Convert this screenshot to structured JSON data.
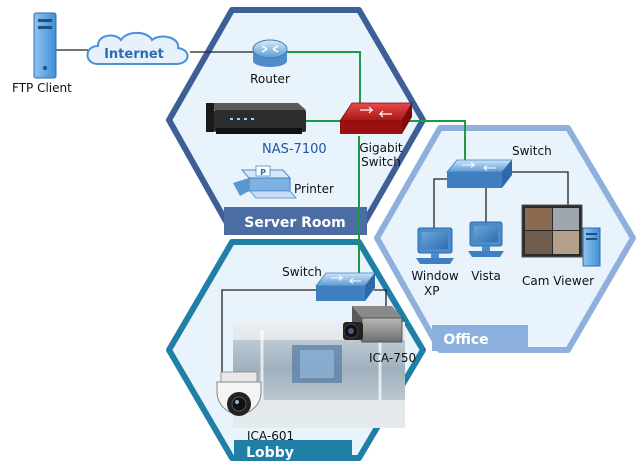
{
  "zones": {
    "server_room": "Server Room",
    "office": "Office",
    "lobby": "Lobby"
  },
  "devices": {
    "ftp_client": "FTP Client",
    "internet": "Internet",
    "router": "Router",
    "nas": "NAS-7100",
    "gigabit_switch_line1": "Gigabit",
    "gigabit_switch_line2": "Switch",
    "printer": "Printer",
    "office_switch": "Switch",
    "lobby_switch": "Switch",
    "window_xp_line1": "Window",
    "window_xp_line2": "XP",
    "vista": "Vista",
    "cam_viewer": "Cam Viewer",
    "ica750": "ICA-750",
    "ica601": "ICA-601"
  },
  "colors": {
    "hex_fill": "#e9f3fb",
    "server_border": "#3d5f95",
    "office_border": "#8fb0dd",
    "lobby_border": "#1f7fa6",
    "server_tab": "#4c6da3",
    "office_tab": "#8cb0de",
    "lobby_tab": "#1f7fa6",
    "green_link": "#1d9a46",
    "black_link": "#222222",
    "nas_label": "#1f56a6"
  }
}
